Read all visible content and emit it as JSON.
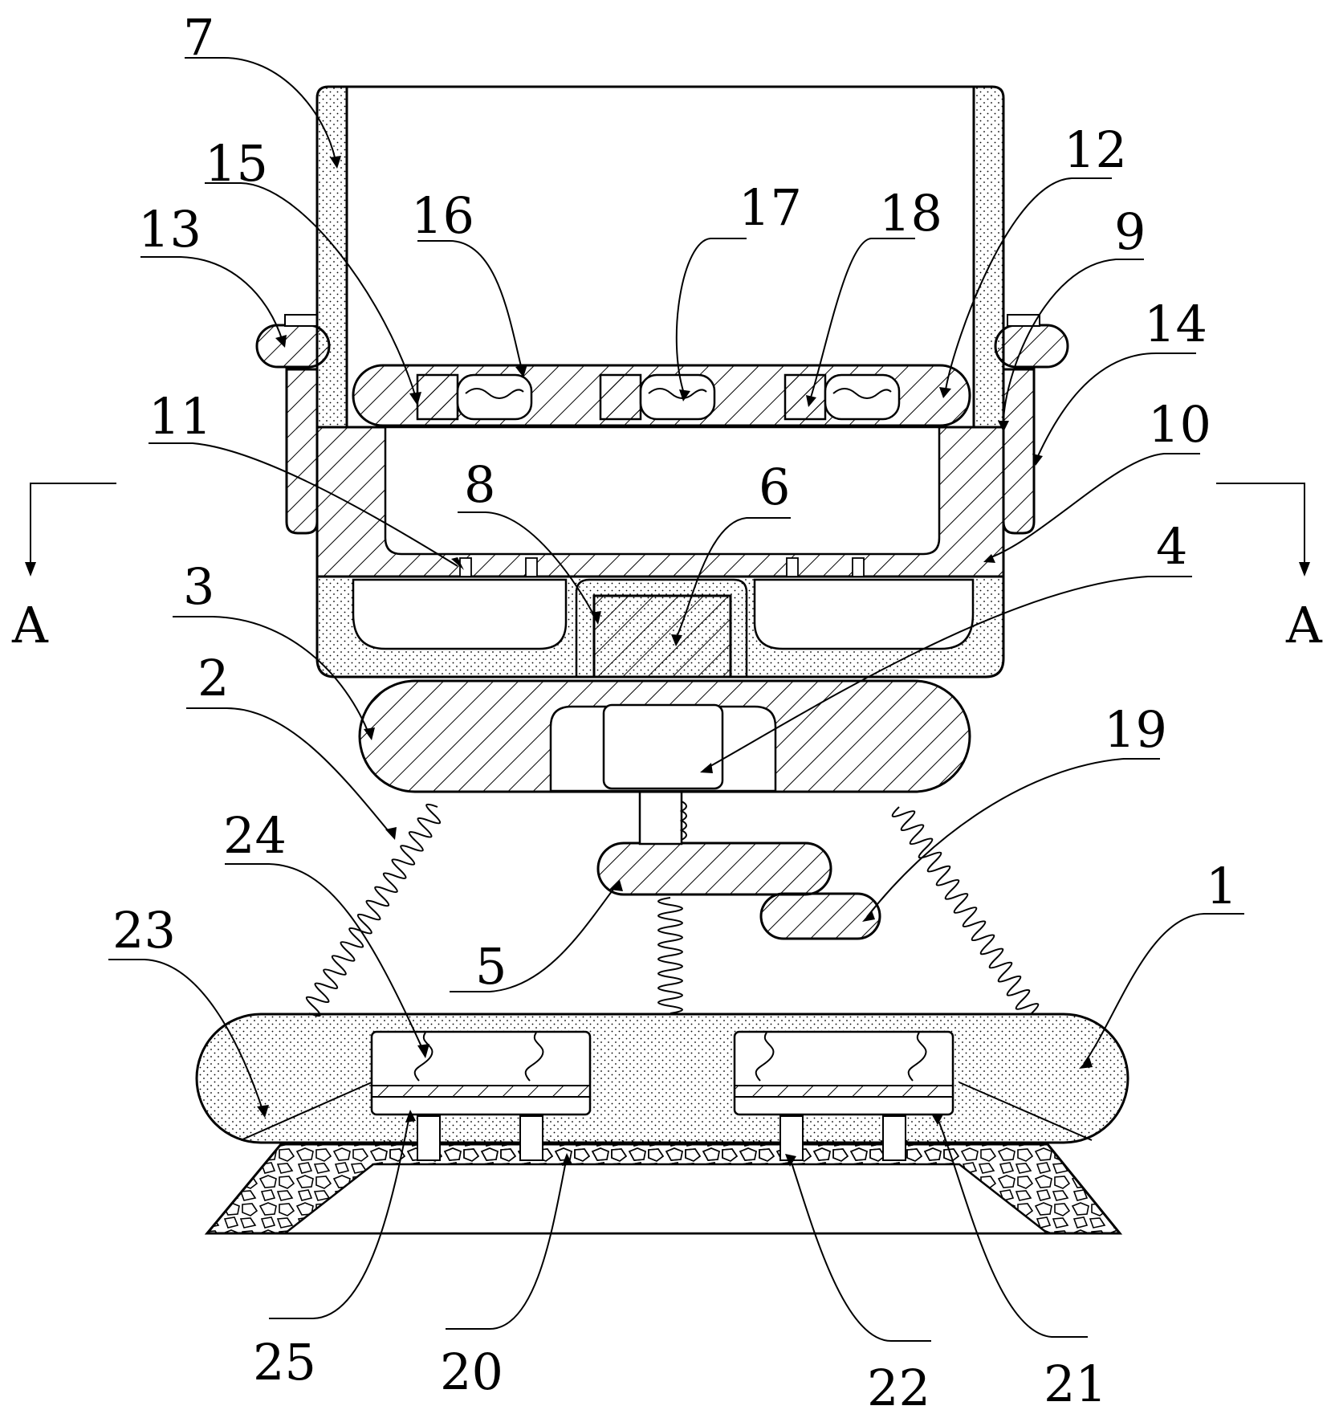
{
  "section_marker": "A",
  "labels": {
    "l1": "1",
    "l2": "2",
    "l3": "3",
    "l4": "4",
    "l5": "5",
    "l6": "6",
    "l7": "7",
    "l8": "8",
    "l9": "9",
    "l10": "10",
    "l11": "11",
    "l12": "12",
    "l13": "13",
    "l14": "14",
    "l15": "15",
    "l16": "16",
    "l17": "17",
    "l18": "18",
    "l19": "19",
    "l20": "20",
    "l21": "21",
    "l22": "22",
    "l23": "23",
    "l24": "24",
    "l25": "25"
  }
}
